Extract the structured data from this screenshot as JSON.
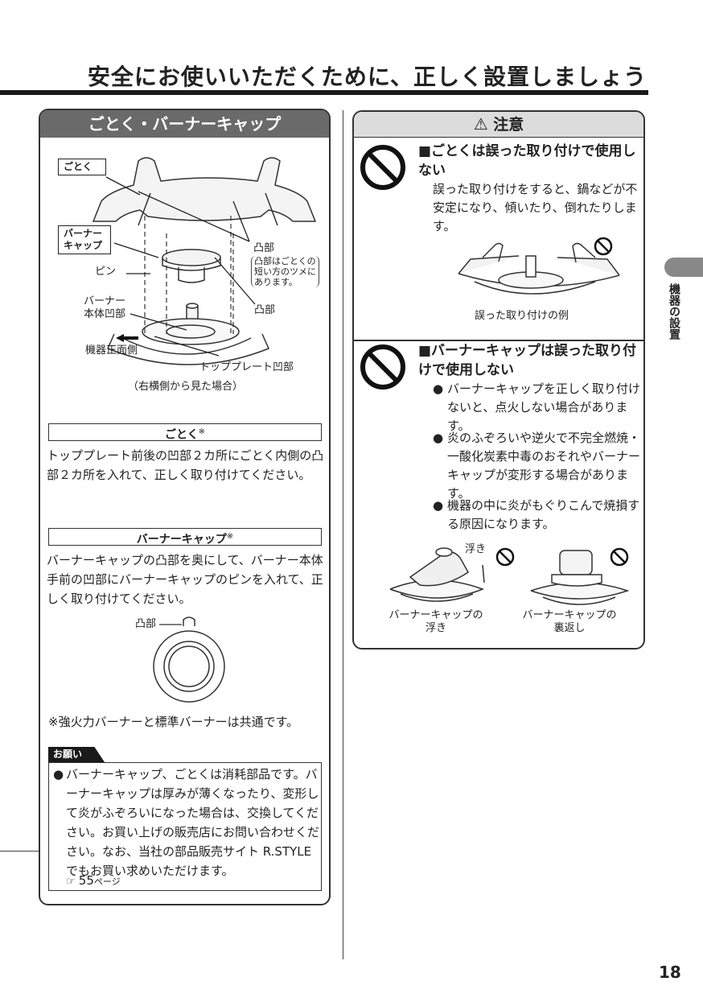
{
  "page": {
    "title": "安全にお使いいただくために、正しく設置しましょう",
    "number": "18",
    "side_tab": "機器の設置"
  },
  "left": {
    "header": "ごとく・バーナーキャップ",
    "diagram": {
      "label_gotoku": "ごとく",
      "label_burner_cap_1": "バーナー",
      "label_burner_cap_2": "キャップ",
      "pin": "ピン",
      "convex_1": "凸部",
      "convex_note_1": "凸部はごとくの",
      "convex_note_2": "短い方のツメに",
      "convex_note_3": "あります。",
      "convex_2": "凸部",
      "burner_body_1": "バーナー",
      "burner_body_2": "本体凹部",
      "front_side": "機器正面側",
      "top_plate": "トッププレート凹部",
      "caption": "（右横側から見た場合）"
    },
    "gotoku": {
      "title": "ごとく",
      "mark": "※",
      "text": "トッププレート前後の凹部２カ所にごとく内側の凸部２カ所を入れて、正しく取り付けてください。"
    },
    "burner_cap": {
      "title": "バーナーキャップ",
      "mark": "※",
      "text": "バーナーキャップの凸部を奥にして、バーナー本体手前の凹部にバーナーキャップのピンを入れて、正しく取り付けてください。",
      "diagram_label": "凸部"
    },
    "note": "※強火力バーナーと標準バーナーは共通です。",
    "request": {
      "tag": "お願い",
      "text": "バーナーキャップ、ごとくは消耗部品です。バーナーキャップは厚みが薄くなったり、変形して炎がふぞろいになった場合は、交換してください。お買い上げの販売店にお問い合わせください。なお、当社の部品販売サイト R.STYLE でもお買い求めいただけます。",
      "ref_icon": "☞",
      "ref_page": "55",
      "ref_suffix": "ページ"
    }
  },
  "right": {
    "header": "注意",
    "caution1": {
      "title": "■ごとくは誤った取り付けで使用しない",
      "text": "誤った取り付けをすると、鍋などが不安定になり、傾いたり、倒れたりします。",
      "caption": "誤った取り付けの例"
    },
    "caution2": {
      "title": "■バーナーキャップは誤った取り付けで使用しない",
      "bullets": [
        "バーナーキャップを正しく取り付けないと、点火しない場合があります。",
        "炎のふぞろいや逆火で不完全燃焼・一酸化炭素中毒のおそれやバーナーキャップが変形する場合があります。",
        "機器の中に炎がもぐりこんで焼損する原因になります。"
      ],
      "float_label": "浮き",
      "caption_left_1": "バーナーキャップの",
      "caption_left_2": "浮き",
      "caption_right_1": "バーナーキャップの",
      "caption_right_2": "裏返し"
    }
  }
}
